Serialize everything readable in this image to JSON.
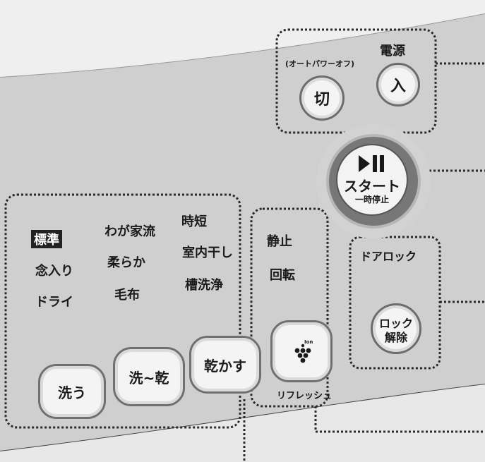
{
  "power": {
    "label": "電源",
    "auto_off_label": "(オートパワーオフ)",
    "off_button": "切",
    "on_button": "入"
  },
  "start": {
    "icon": "play-pause-icon",
    "label": "スタート",
    "sublabel": "一時停止"
  },
  "courses": {
    "col1": [
      "標準",
      "念入り",
      "ドライ"
    ],
    "col2": [
      "わが家流",
      "柔らか",
      "毛布"
    ],
    "col3": [
      "時短",
      "室内干し",
      "槽洗浄"
    ],
    "selected": "標準"
  },
  "mode_buttons": {
    "wash": "洗う",
    "wash_dry": "洗~乾",
    "dry": "乾かす"
  },
  "drum_options": {
    "quiet": "静止",
    "rotate": "回転"
  },
  "refresh": {
    "icon": "ion-grapes-icon",
    "ion_text": "Ion",
    "label": "リフレッシュ"
  },
  "door_lock": {
    "label": "ドアロック",
    "release_line1": "ロック",
    "release_line2": "解除"
  },
  "colors": {
    "panel": "#cfcfcf",
    "upper_body": "#eeeeee",
    "button_face": "#f4f4f4",
    "start_ring": "#777777",
    "text": "#1a1a1a"
  }
}
